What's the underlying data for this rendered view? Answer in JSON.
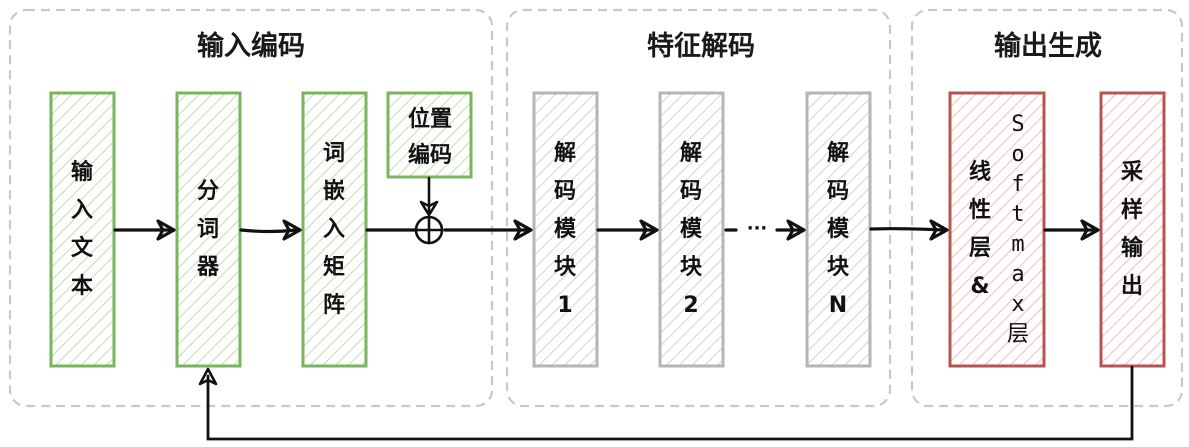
{
  "groups": [
    {
      "id": "input-encoding",
      "title": "输入编码"
    },
    {
      "id": "feature-decoding",
      "title": "特征解码"
    },
    {
      "id": "output-generation",
      "title": "输出生成"
    }
  ],
  "nodes": {
    "input_text": {
      "label": "输入文本",
      "color": "#7ab55c"
    },
    "tokenizer": {
      "label": "分词器",
      "color": "#7ab55c"
    },
    "embedding": {
      "label": "词嵌入矩阵",
      "color": "#7ab55c"
    },
    "positional": {
      "label_line1": "位置",
      "label_line2": "编码",
      "color": "#7ab55c"
    },
    "decoder1": {
      "label": "解码模块1",
      "color": "#b5b5b5"
    },
    "decoder2": {
      "label": "解码模块2",
      "color": "#b5b5b5"
    },
    "decoderN": {
      "label": "解码模块N",
      "color": "#b5b5b5"
    },
    "linear_softmax": {
      "label_col1": "线性层&",
      "label_col2": "Softmax层",
      "color": "#b85450"
    },
    "sampling": {
      "label": "采样输出",
      "color": "#b85450"
    }
  },
  "symbols": {
    "ellipsis": "···",
    "add_operator": "⊕"
  }
}
